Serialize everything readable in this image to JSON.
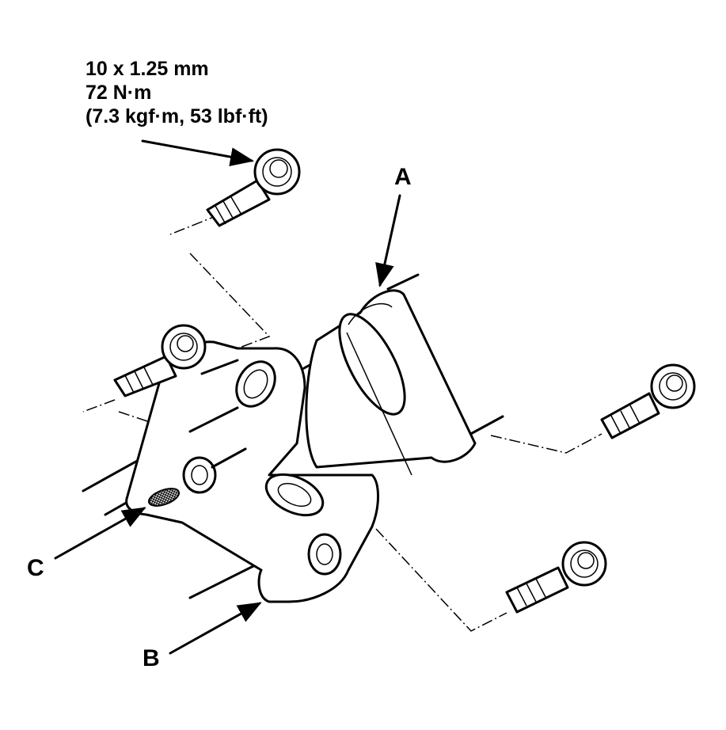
{
  "spec": {
    "line1": "10 x 1.25 mm",
    "line2": "72 N·m",
    "line3": "(7.3 kgf·m, 53 lbf·ft)"
  },
  "callouts": {
    "a": "A",
    "b": "B",
    "c": "C"
  }
}
